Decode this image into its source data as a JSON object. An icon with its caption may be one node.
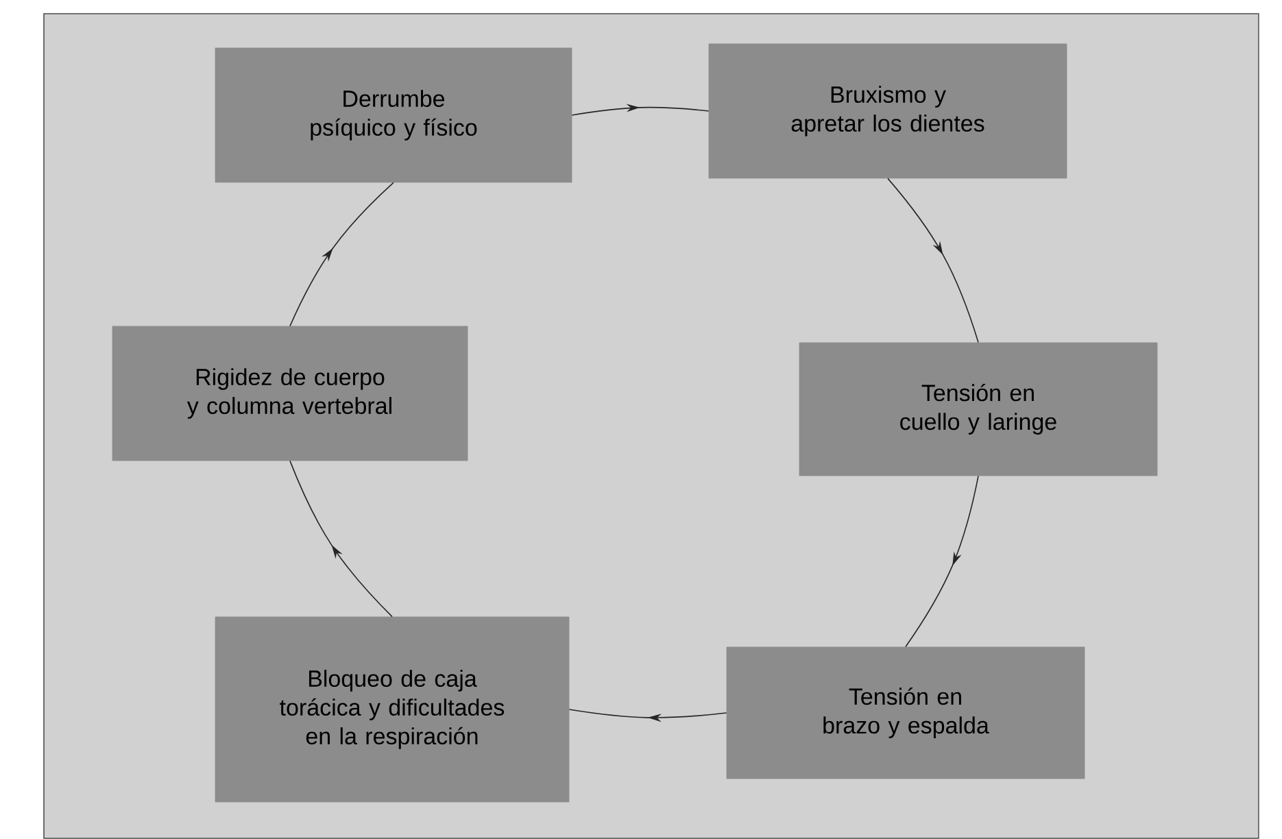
{
  "diagram": {
    "nodes": [
      {
        "text": [
          "Derrumbe psíquico y físico"
        ]
      },
      {
        "text": [
          "Bruxismo y apretar los dientes"
        ]
      },
      {
        "text": [
          "Tensión en cuello y laringe"
        ]
      },
      {
        "text": [
          "Tensión en brazo y espalda"
        ]
      },
      {
        "text": [
          "Bloqueo de caja torácica y dificultades en la respiración"
        ]
      },
      {
        "text": [
          "Rigidez de cuerpo y columna vertebral"
        ]
      }
    ],
    "edges": [
      {
        "from": 0,
        "to": 1,
        "arrow": "to"
      },
      {
        "from": 1,
        "to": 2,
        "arrow": "to"
      },
      {
        "from": 2,
        "to": 3,
        "arrow": "to"
      },
      {
        "from": 3,
        "to": 4,
        "arrow": "to"
      },
      {
        "from": 4,
        "to": 5,
        "arrow": "to"
      },
      {
        "from": 5,
        "to": 0,
        "arrow": "to"
      }
    ]
  }
}
